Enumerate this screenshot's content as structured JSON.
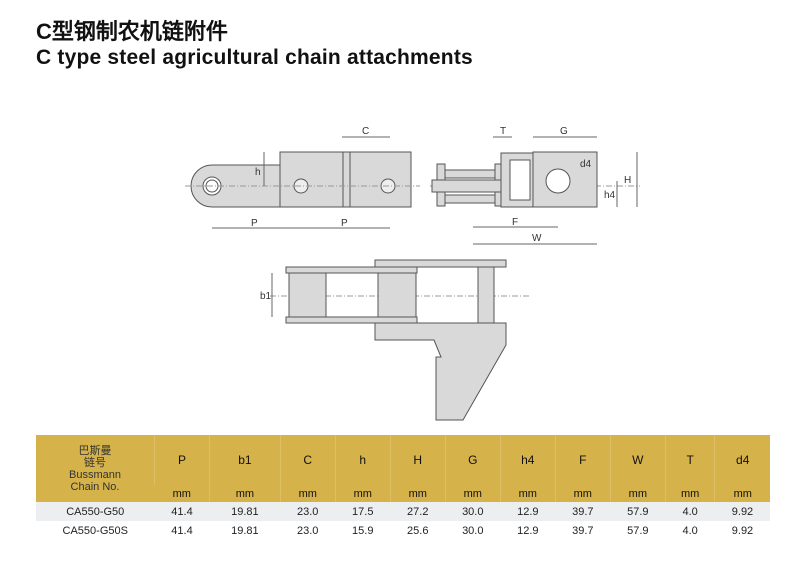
{
  "title_cn": "C型钢制农机链附件",
  "title_en": "C type steel agricultural chain attachments",
  "drawing_labels": {
    "C": "C",
    "P": "P",
    "h": "h",
    "T": "T",
    "G": "G",
    "d4": "d4",
    "H": "H",
    "h4": "h4",
    "F": "F",
    "W": "W",
    "b1": "b1"
  },
  "table": {
    "first_header": {
      "cn1": "巴斯曼",
      "cn2": "链号",
      "en1": "Bussmann",
      "en2": "Chain No."
    },
    "columns": [
      "P",
      "b1",
      "C",
      "h",
      "H",
      "G",
      "h4",
      "F",
      "W",
      "T",
      "d4"
    ],
    "unit": "mm",
    "rows": [
      {
        "name": "CA550-G50",
        "values": [
          "41.4",
          "19.81",
          "23.0",
          "17.5",
          "27.2",
          "30.0",
          "12.9",
          "39.7",
          "57.9",
          "4.0",
          "9.92"
        ]
      },
      {
        "name": "CA550-G50S",
        "values": [
          "41.4",
          "19.81",
          "23.0",
          "15.9",
          "25.6",
          "30.0",
          "12.9",
          "39.7",
          "57.9",
          "4.0",
          "9.92"
        ]
      }
    ]
  }
}
